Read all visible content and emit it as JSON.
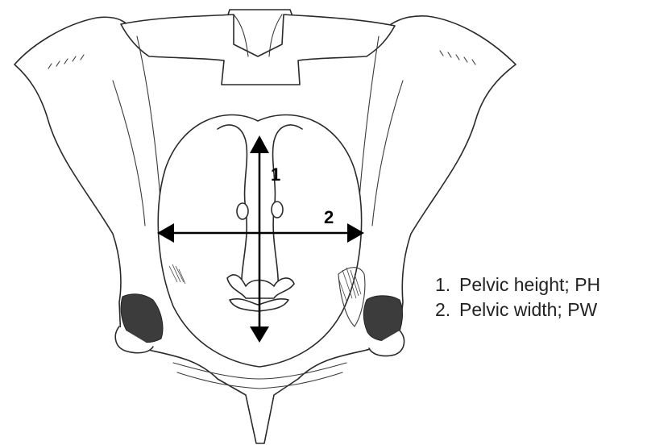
{
  "diagram": {
    "arrow_labels": {
      "height": "1",
      "width": "2"
    }
  },
  "legend": {
    "items": [
      {
        "number": "1.",
        "text": "Pelvic height; PH"
      },
      {
        "number": "2.",
        "text": "Pelvic width; PW"
      }
    ]
  }
}
